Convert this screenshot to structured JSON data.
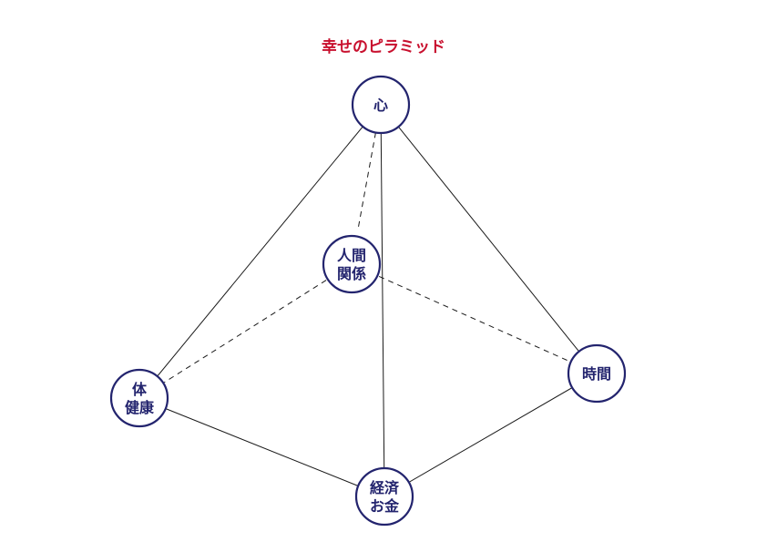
{
  "title": "幸せのピラミッド",
  "colors": {
    "title": "#c8102e",
    "node": "#23246e",
    "line": "#1a1a1a"
  },
  "nodes": [
    {
      "id": "heart",
      "lines": [
        "心"
      ]
    },
    {
      "id": "relationships",
      "lines": [
        "人間",
        "関係"
      ]
    },
    {
      "id": "health",
      "lines": [
        "体",
        "健康"
      ]
    },
    {
      "id": "time",
      "lines": [
        "時間"
      ]
    },
    {
      "id": "money",
      "lines": [
        "経済",
        "お金"
      ]
    }
  ],
  "edges": [
    {
      "from": "heart",
      "to": "health",
      "style": "solid"
    },
    {
      "from": "heart",
      "to": "time",
      "style": "solid"
    },
    {
      "from": "heart",
      "to": "money",
      "style": "solid"
    },
    {
      "from": "health",
      "to": "money",
      "style": "solid"
    },
    {
      "from": "time",
      "to": "money",
      "style": "solid"
    },
    {
      "from": "heart",
      "to": "relationships",
      "style": "dashed"
    },
    {
      "from": "relationships",
      "to": "health",
      "style": "dashed"
    },
    {
      "from": "relationships",
      "to": "time",
      "style": "dashed"
    }
  ]
}
